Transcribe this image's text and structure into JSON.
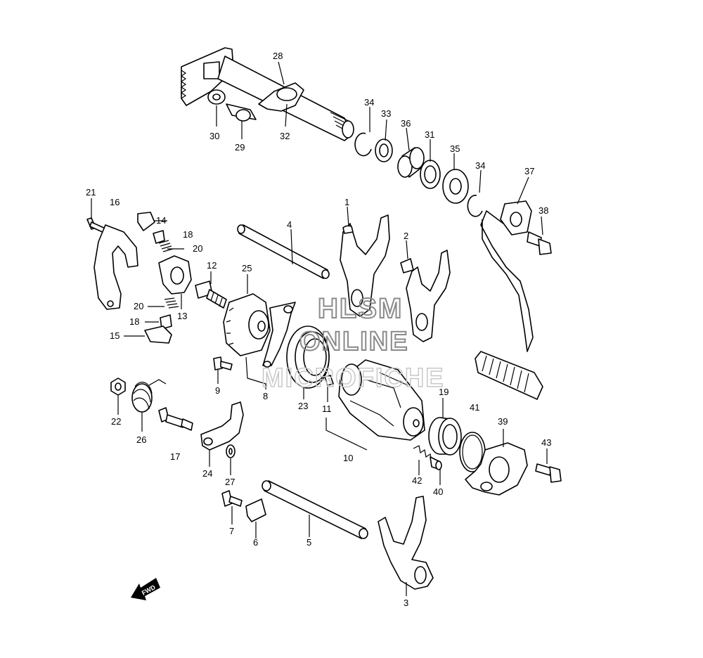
{
  "watermark": {
    "line1": "HLSM",
    "line2": "ONLINE",
    "line3": "MICROFICHE"
  },
  "direction_arrow": {
    "label": "FWD"
  },
  "callouts": {
    "c1": "1",
    "c2": "2",
    "c3": "3",
    "c4": "4",
    "c5": "5",
    "c6": "6",
    "c7": "7",
    "c8": "8",
    "c9": "9",
    "c10": "10",
    "c11": "11",
    "c12": "12",
    "c13": "13",
    "c14": "14",
    "c15": "15",
    "c16": "16",
    "c17": "17",
    "c18a": "18",
    "c18b": "18",
    "c19": "19",
    "c20a": "20",
    "c20b": "20",
    "c21": "21",
    "c22": "22",
    "c23": "23",
    "c24": "24",
    "c25": "25",
    "c26": "26",
    "c27": "27",
    "c28": "28",
    "c29": "29",
    "c30": "30",
    "c31": "31",
    "c32": "32",
    "c33": "33",
    "c34a": "34",
    "c34b": "34",
    "c35": "35",
    "c36": "36",
    "c37": "37",
    "c38": "38",
    "c39": "39",
    "c40": "40",
    "c41": "41",
    "c42": "42",
    "c43": "43"
  }
}
